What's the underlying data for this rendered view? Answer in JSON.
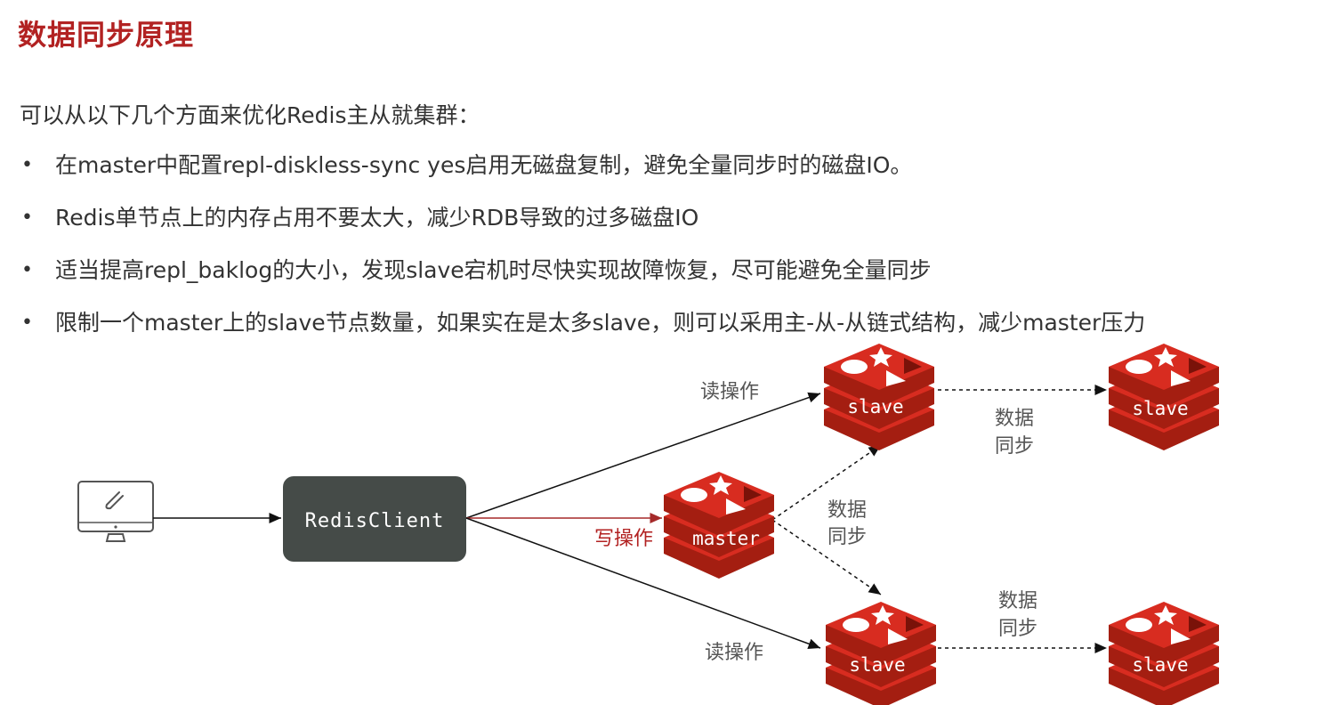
{
  "title": "数据同步原理",
  "intro": "可以从以下几个方面来优化Redis主从就集群：",
  "bullets": [
    "在master中配置repl-diskless-sync yes启用无磁盘复制，避免全量同步时的磁盘IO。",
    "Redis单节点上的内存占用不要太大，减少RDB导致的过多磁盘IO",
    "适当提高repl_baklog的大小，发现slave宕机时尽快实现故障恢复，尽可能避免全量同步",
    "限制一个master上的slave节点数量，如果实在是太多slave，则可以采用主-从-从链式结构，减少master压力"
  ],
  "bullet_symbol": "•",
  "diagram": {
    "client_label": "RedisClient",
    "master_label": "master",
    "slave_label": "slave",
    "read_op": "读操作",
    "write_op": "写操作",
    "sync_line1": "数据",
    "sync_line2": "同步",
    "colors": {
      "title": "#b22222",
      "redis_red": "#d82c20",
      "redis_dark": "#a41e11",
      "client_box": "#454b48",
      "write_arrow": "#a52a2a"
    }
  }
}
